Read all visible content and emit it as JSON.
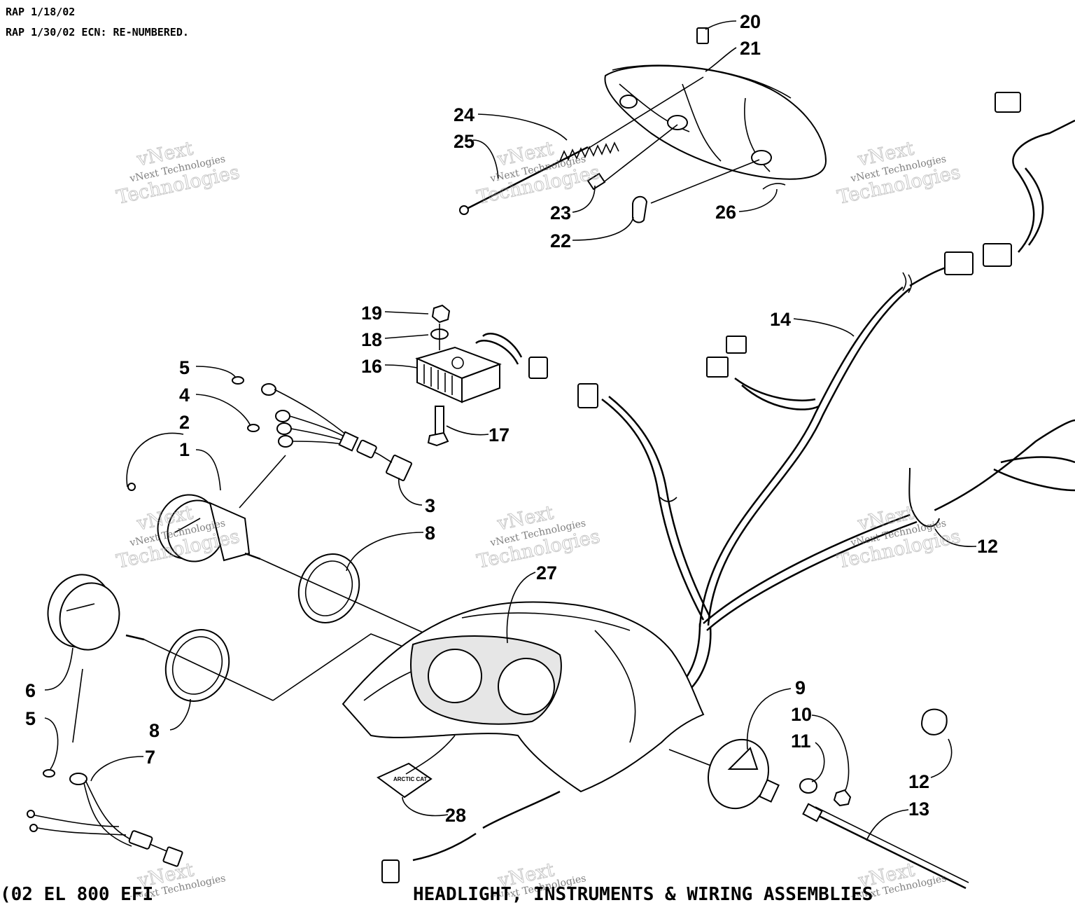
{
  "notes": [
    "RAP 1/18/02",
    "RAP 1/30/02 ECN: RE-NUMBERED."
  ],
  "callouts": {
    "c1": "1",
    "c2": "2",
    "c3": "3",
    "c4": "4",
    "c5a": "5",
    "c5b": "5",
    "c6": "6",
    "c7": "7",
    "c8a": "8",
    "c8b": "8",
    "c9": "9",
    "c10": "10",
    "c11": "11",
    "c12a": "12",
    "c12b": "12",
    "c13": "13",
    "c14": "14",
    "c16": "16",
    "c17": "17",
    "c18": "18",
    "c19": "19",
    "c20": "20",
    "c21": "21",
    "c22": "22",
    "c23": "23",
    "c24": "24",
    "c25": "25",
    "c26": "26",
    "c27": "27",
    "c28": "28"
  },
  "watermark": {
    "small": "vNext Technologies",
    "big_top": "vNext",
    "big_bottom": "Technologies"
  },
  "footer": {
    "left": "(02 EL 800 EFI",
    "center": "HEADLIGHT, INSTRUMENTS & WIRING ASSEMBLIES"
  },
  "decal_text": "ARCTIC CAT"
}
